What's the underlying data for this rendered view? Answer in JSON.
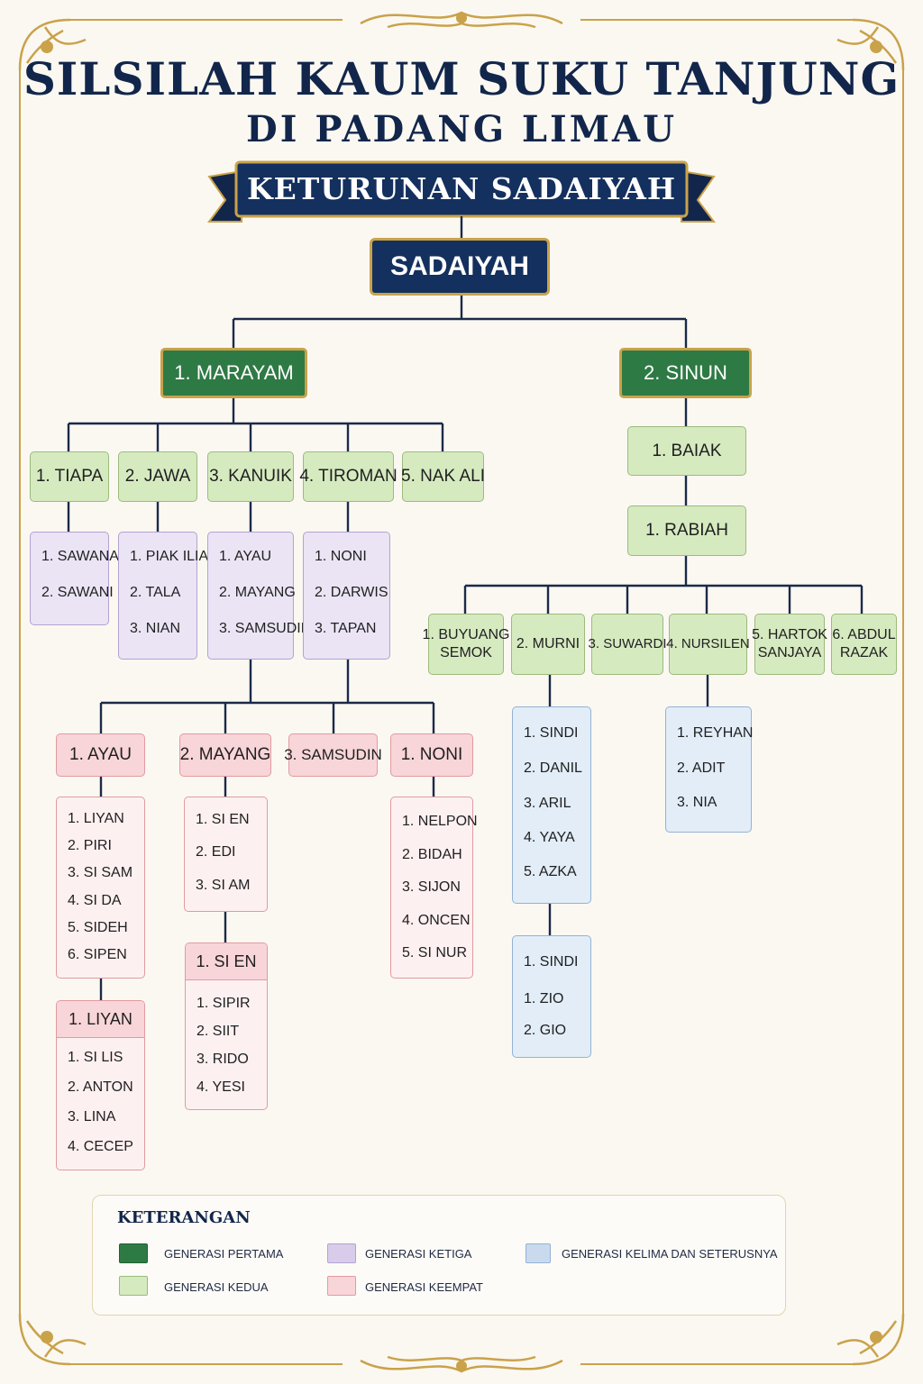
{
  "title": {
    "line1": "SILSILAH KAUM SUKU TANJUNG",
    "line2": "DI PADANG LIMAU",
    "banner": "KETURUNAN SADAIYAH"
  },
  "colors": {
    "navy": "#14305e",
    "gold": "#c9a24a",
    "gen1": "#2e7a44",
    "gen2": "#d6eac0",
    "gen3": "#eae4f4",
    "gen4": "#f8d5d8",
    "gen5": "#e2edf8"
  },
  "tree": {
    "root": "SADAIYAH",
    "gen1": [
      "1. MARAYAM",
      "2. SINUN"
    ],
    "marayam_children": [
      "1. TIAPA",
      "2. JAWA",
      "3. KANUIK",
      "4. TIROMAN",
      "5. NAK ALI"
    ],
    "tiapa_children": [
      "1.  SAWANA",
      "2.  SAWANI"
    ],
    "jawa_children": [
      "1.  PIAK ILIA",
      "2.  TALA",
      "3.  NIAN"
    ],
    "kanuik_children": [
      "1.  AYAU",
      "2.  MAYANG",
      "3.  SAMSUDIN"
    ],
    "tiroman_children": [
      "1.  NONI",
      "2.  DARWIS",
      "3.  TAPAN"
    ],
    "gen4_heads": [
      "1. AYAU",
      "2. MAYANG",
      "3. SAMSUDIN",
      "1. NONI"
    ],
    "ayau_children": [
      "1.  LIYAN",
      "2.  PIRI",
      "3.  SI SAM",
      "4.  SI DA",
      "5.  SIDEH",
      "6.  SIPEN"
    ],
    "liyan": {
      "head": "1. LIYAN",
      "children": [
        "1.  SI LIS",
        "2.  ANTON",
        "3.  LINA",
        "4.  CECEP"
      ]
    },
    "mayang_children": [
      "1.  SI EN",
      "2.  EDI",
      "3.  SI AM"
    ],
    "si_en": {
      "head": "1. SI EN",
      "children": [
        "1.  SIPIR",
        "2.  SIIT",
        "3.  RIDO",
        "4.  YESI"
      ]
    },
    "noni_children": [
      "1.  NELPON",
      "2.  BIDAH",
      "3.  SIJON",
      "4.  ONCEN",
      "5.  SI NUR"
    ],
    "sinun_child": "1. BAIAK",
    "baiak_child": "1. RABIAH",
    "rabiah_children": [
      [
        "1. BUYUANG",
        "SEMOK"
      ],
      [
        "2.  MURNI"
      ],
      [
        "3. SUWARDI"
      ],
      [
        "4. NURSILEN"
      ],
      [
        "5. HARTOK",
        "SANJAYA"
      ],
      [
        "6. ABDUL",
        "RAZAK"
      ]
    ],
    "murni_children": [
      "1.  SINDI",
      "2.  DANIL",
      "3.  ARIL",
      "4.  YAYA",
      "5.  AZKA"
    ],
    "sindi_children": [
      "1.  SINDI",
      "1.  ZIO",
      "2.  GIO"
    ],
    "nursilen_children": [
      "1.  REYHAN",
      "2.  ADIT",
      "3.  NIA"
    ]
  },
  "legend": {
    "title": "KETERANGAN",
    "items": [
      "GENERASI PERTAMA",
      "GENERASI KEDUA",
      "GENERASI KETIGA",
      "GENERASI KEEMPAT",
      "GENERASI KELIMA DAN SETERUSNYA"
    ]
  }
}
